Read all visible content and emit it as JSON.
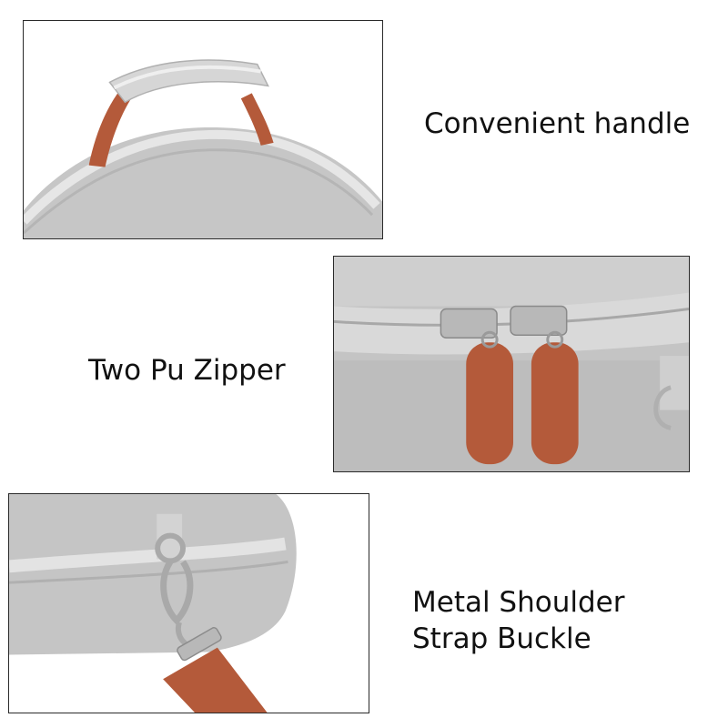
{
  "panels": [
    {
      "id": "handle",
      "caption": [
        "Convenient handle"
      ],
      "depicts": "carry-handle"
    },
    {
      "id": "zipper",
      "caption": [
        "Two Pu Zipper"
      ],
      "depicts": "double-zipper-pulls"
    },
    {
      "id": "buckle",
      "caption": [
        "Metal Shoulder",
        "Strap Buckle"
      ],
      "depicts": "metal-strap-buckle"
    }
  ],
  "colors": {
    "fabric": "#c9c9c9",
    "fabric_light": "#dcdcdc",
    "accent_orange": "#b45a3a",
    "metal": "#b8b8b8",
    "border": "#2a2a2a"
  }
}
